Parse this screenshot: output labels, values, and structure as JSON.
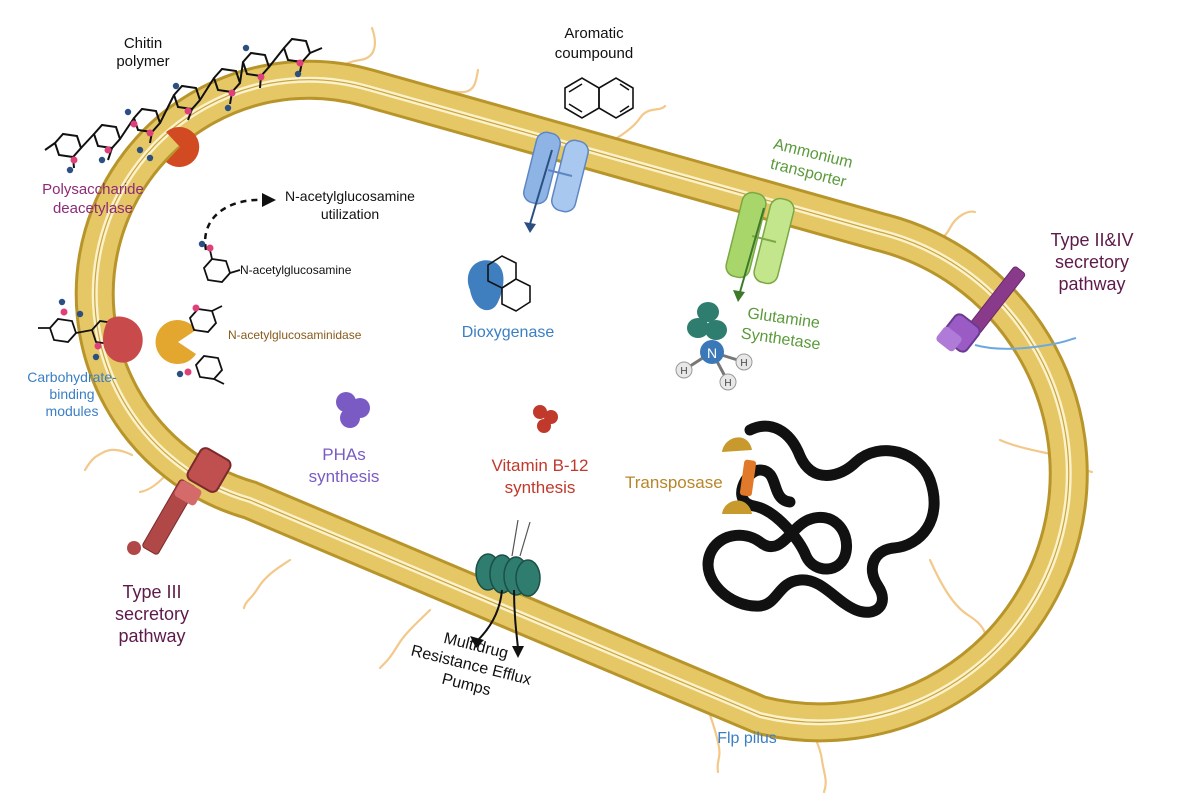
{
  "labels": {
    "chitin_line1": "Chitin",
    "chitin_line2": "polymer",
    "polysaccharide_line1": "Polysaccharide",
    "polysaccharide_line2": "deacetylase",
    "nag_util_line1": "N-acetylglucosamine",
    "nag_util_line2": "utilization",
    "nag": "N-acetylglucosamine",
    "nagase": "N-acetylglucosaminidase",
    "cbm_line1": "Carbohydrate-",
    "cbm_line2": "binding",
    "cbm_line3": "modules",
    "aromatic_line1": "Aromatic",
    "aromatic_line2": "coumpound",
    "dioxygenase": "Dioxygenase",
    "ammonium_line1": "Ammonium",
    "ammonium_line2": "transporter",
    "glutamine_line1": "Glutamine",
    "glutamine_line2": "Synthetase",
    "type2_line1": "Type II&IV",
    "type2_line2": "secretory",
    "type2_line3": "pathway",
    "pha_line1": "PHAs",
    "pha_line2": "synthesis",
    "vitb12_line1": "Vitamin B-12",
    "vitb12_line2": "synthesis",
    "transposase": "Transposase",
    "type3_line1": "Type III",
    "type3_line2": "secretory",
    "type3_line3": "pathway",
    "mdr_line1": "Multidrug",
    "mdr_line2": "Resistance Efflux",
    "mdr_line3": "Pumps",
    "flp": "Flp pilus",
    "atom_n": "N",
    "atom_h1": "H",
    "atom_h2": "H",
    "atom_h3": "H"
  },
  "colors": {
    "membrane_outer": "#b8952a",
    "membrane_fill": "#e6c766",
    "membrane_line": "#fbf2cc",
    "pilus": "#f2c98a",
    "purple_label": "#8e2b78",
    "blue_label": "#3a7fc4",
    "green_label": "#5a9a3a",
    "dark_purple": "#5e1a4a",
    "phas": "#7a5bc4",
    "vitb12": "#c0392b",
    "transposase": "#b8862a"
  }
}
